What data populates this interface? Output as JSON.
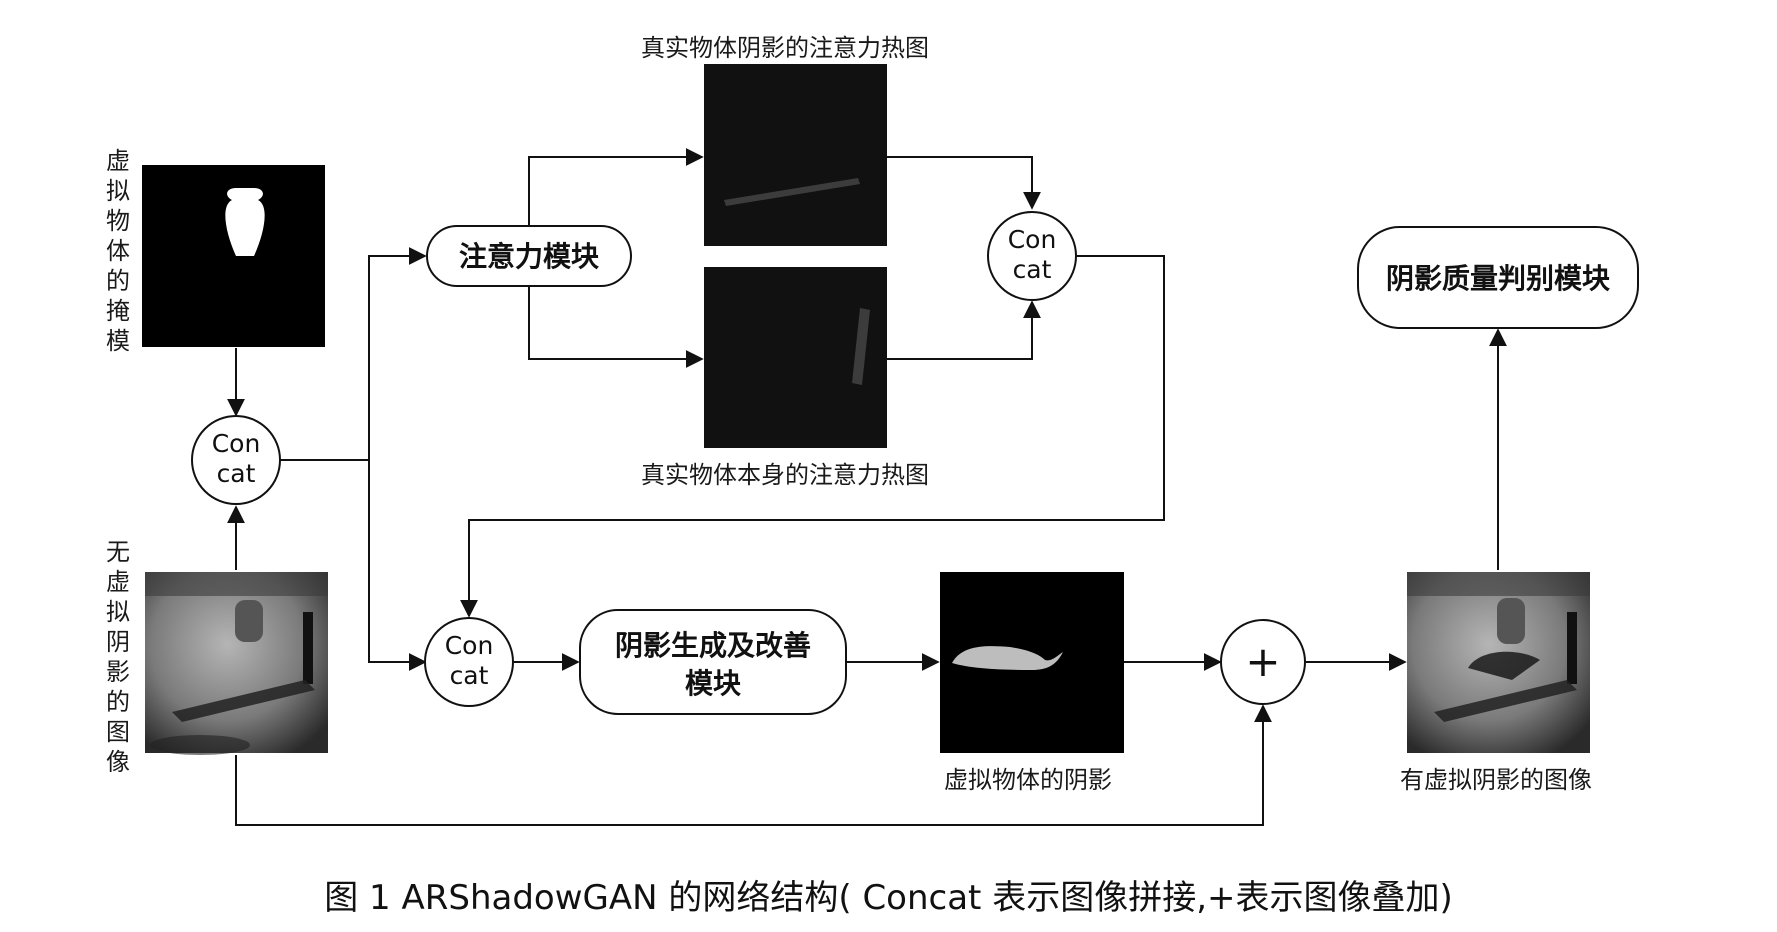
{
  "diagram": {
    "labels": {
      "mask": "虚拟物体的掩模",
      "input_image": "无虚拟阴影的图像",
      "shadow_heatmap": "真实物体阴影的注意力热图",
      "object_heatmap": "真实物体本身的注意力热图",
      "virtual_shadow": "虚拟物体的阴影",
      "output_image": "有虚拟阴影的图像"
    },
    "modules": {
      "attention": "注意力模块",
      "generation_line1": "阴影生成及改善",
      "generation_line2": "模块",
      "discriminator": "阴影质量判别模块"
    },
    "concat": {
      "line1": "Con",
      "line2": "cat"
    },
    "plus": "+"
  },
  "caption": "图 1    ARShadowGAN 的网络结构( Concat 表示图像拼接,+表示图像叠加)"
}
